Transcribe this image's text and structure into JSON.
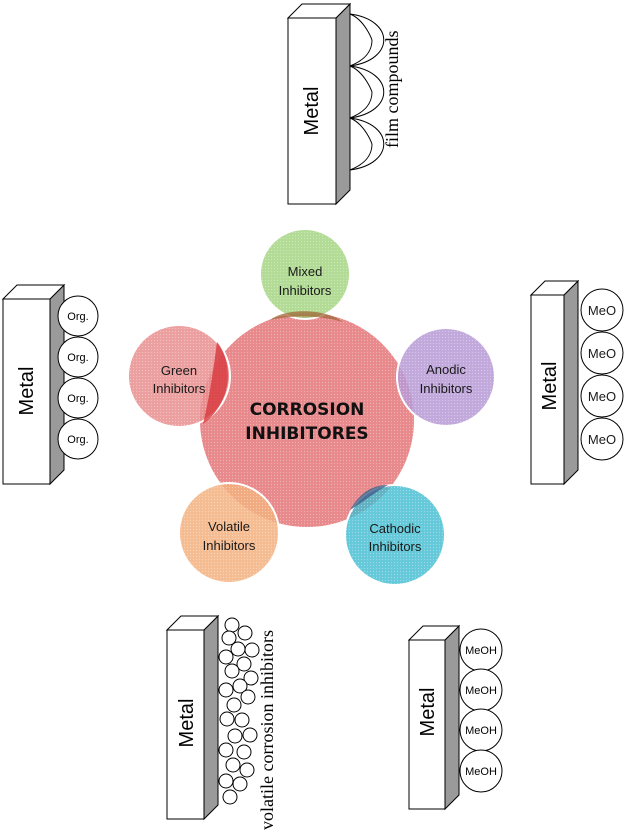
{
  "center": {
    "line1": "CORROSION",
    "line2": "INHIBITORES"
  },
  "circles": {
    "mixed": {
      "line1": "Mixed",
      "line2": "Inhibitors",
      "color": "#9fd27a"
    },
    "anodic": {
      "line1": "Anodic",
      "line2": "Inhibitors",
      "color": "#b79ad6"
    },
    "cathodic": {
      "line1": "Cathodic",
      "line2": "Inhibitors",
      "color": "#3fbcd0"
    },
    "volatile": {
      "line1": "Volatile",
      "line2": "Inhibitors",
      "color": "#f3b07f"
    },
    "green": {
      "line1": "Green",
      "line2": "Inhibitors",
      "color": "#e98e8e"
    },
    "core_color": "#e8898c"
  },
  "blocks": {
    "top": {
      "metal": "Metal",
      "annotation": "film compounds"
    },
    "left": {
      "metal": "Metal",
      "molecules": [
        "Org.",
        "Org.",
        "Org.",
        "Org."
      ]
    },
    "right": {
      "metal": "Metal",
      "molecules": [
        "MeO",
        "MeO",
        "MeO",
        "MeO"
      ]
    },
    "bottom_left": {
      "metal": "Metal",
      "annotation": "volatile corrosion inhibitors"
    },
    "bottom_right": {
      "metal": "Metal",
      "molecules": [
        "MeOH",
        "MeOH",
        "MeOH",
        "MeOH"
      ]
    }
  }
}
